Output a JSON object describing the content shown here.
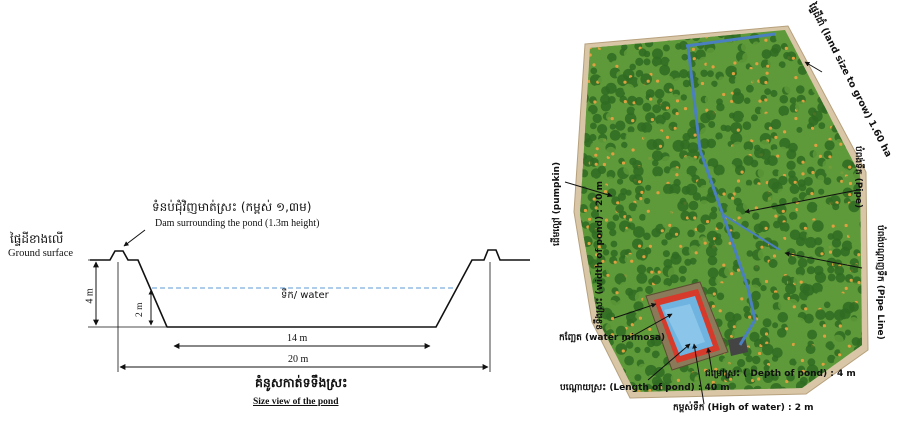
{
  "cross_section": {
    "ground_label_km": "ផ្ទៃដីខាងលើ",
    "ground_label_en": "Ground surface",
    "dam_label_km": "ទំនប់ជុំវិញមាត់ស្រះ (កម្ពស់ ១,៣ម)",
    "dam_label_en": "Dam surrounding the pond (1.3m height)",
    "water_label": "ទឹក/ water",
    "dim_depth": "4 m",
    "dim_water": "2 m",
    "dim_bottom": "14 m",
    "dim_top": "20 m",
    "caption_km": "គំនូសកាត់ទទឹងស្រះ",
    "caption_en": "Size view of the pond"
  },
  "farm": {
    "land_size": "ផ្ទៃដីដាំ (land size to grow) 1.60 ha",
    "pumpkin": "ដើមល្ពៅ (pumpkin)",
    "pipe": "បំពង់ទឹក (Pipe)",
    "pipe_line": "បំពង់បណ្ដាញទឹក (Pipe Line)",
    "pond_width": "ទទឹងស្រះ (width of pond) : 20 m",
    "water_mimosa": "កញ្ឆែត (water mimosa)",
    "pond_length": "បណ្ដោយស្រះ (Length of pond) : 40 m",
    "pond_depth": "ជម្រៅស្រះ ( Depth of pond) : 4 m",
    "water_height": "កម្ពស់ទឹក (High of water) : 2 m"
  },
  "colors": {
    "line": "#111111",
    "water_line": "#5b9bd5",
    "field": "#5e9a3a",
    "field_dark": "#2f6b22",
    "pumpkin": "#e0a040",
    "pipe": "#4a7fc0",
    "pond_water": "#6fb4e0",
    "pond_border": "#d63a2a",
    "ground": "#c9b393"
  }
}
